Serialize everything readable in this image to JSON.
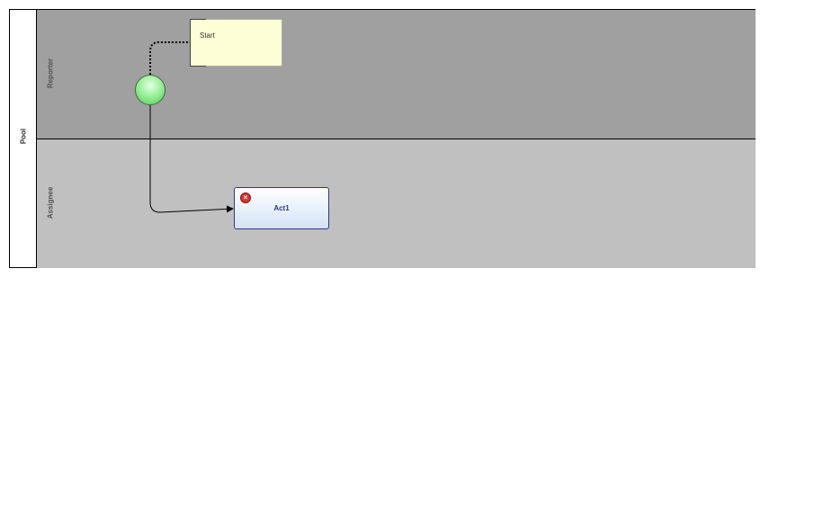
{
  "pool": {
    "label": "Pool"
  },
  "lanes": [
    {
      "label": "Reporter"
    },
    {
      "label": "Assignee"
    }
  ],
  "annotation": {
    "text": "Start"
  },
  "task": {
    "label": "Act1",
    "marker": "error-icon"
  },
  "colors": {
    "lane_top": "#a0a0a0",
    "lane_bottom": "#c0c0c0",
    "annotation_fill": "#fefed6",
    "start_event": "#7ee07e",
    "task_border": "#2a3a8a",
    "error_marker": "#e03030"
  }
}
